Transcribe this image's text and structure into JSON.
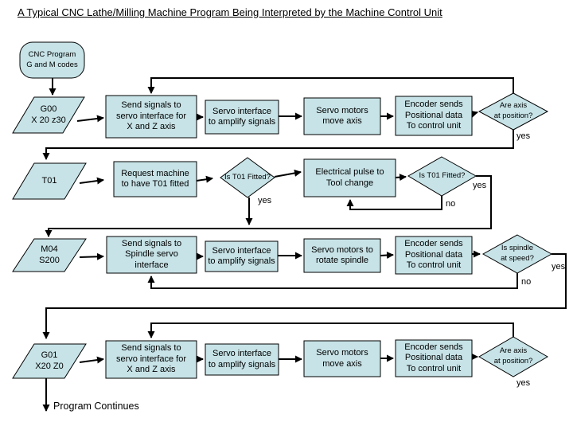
{
  "title": "A Typical CNC Lathe/Milling Machine Program Being Interpreted by the Machine Control Unit",
  "colors": {
    "shape_fill": "#C7E3E7",
    "outline": "#000000",
    "connector": "#000000",
    "background": "#FFFFFF"
  },
  "start": {
    "lines": [
      "CNC Program",
      "G and M codes"
    ]
  },
  "row1": {
    "input": {
      "lines": [
        "G00",
        "X 20 z30"
      ]
    },
    "step1": {
      "lines": [
        "Send signals to",
        "servo interface for",
        "X and Z axis"
      ]
    },
    "step2": {
      "lines": [
        "Servo interface",
        "to amplify signals"
      ]
    },
    "step3": {
      "lines": [
        "Servo motors",
        "move axis"
      ]
    },
    "step4": {
      "lines": [
        "Encoder sends",
        "Positional data",
        "To control unit"
      ]
    },
    "decision": {
      "lines": [
        "Are axis",
        "at position?"
      ]
    },
    "yes": "yes"
  },
  "row2": {
    "input": {
      "lines": [
        "T01"
      ]
    },
    "step1": {
      "lines": [
        "Request machine",
        "to have T01 fitted"
      ]
    },
    "decision1": {
      "lines": [
        "Is T01 Fitted?"
      ]
    },
    "step2": {
      "lines": [
        "Electrical pulse to",
        "Tool change"
      ]
    },
    "decision2": {
      "lines": [
        "Is T01 Fitted?"
      ]
    },
    "yes1": "yes",
    "yes2": "yes",
    "no": "no"
  },
  "row3": {
    "input": {
      "lines": [
        "M04",
        "S200"
      ]
    },
    "step1": {
      "lines": [
        "Send signals to",
        "Spindle servo",
        "interface"
      ]
    },
    "step2": {
      "lines": [
        "Servo interface",
        "to amplify signals"
      ]
    },
    "step3": {
      "lines": [
        "Servo motors to",
        "rotate spindle"
      ]
    },
    "step4": {
      "lines": [
        "Encoder sends",
        "Positional data",
        "To control unit"
      ]
    },
    "decision": {
      "lines": [
        "Is spindle",
        "at speed?"
      ]
    },
    "yes": "yes",
    "no": "no"
  },
  "row4": {
    "input": {
      "lines": [
        "G01",
        "X20 Z0"
      ]
    },
    "step1": {
      "lines": [
        "Send signals to",
        "servo interface for",
        "X and Z axis"
      ]
    },
    "step2": {
      "lines": [
        "Servo interface",
        "to amplify signals"
      ]
    },
    "step3": {
      "lines": [
        "Servo motors",
        "move axis"
      ]
    },
    "step4": {
      "lines": [
        "Encoder sends",
        "Positional data",
        "To control unit"
      ]
    },
    "decision": {
      "lines": [
        "Are axis",
        "at position?"
      ]
    },
    "yes": "yes"
  },
  "footer": {
    "label": "Program Continues"
  }
}
